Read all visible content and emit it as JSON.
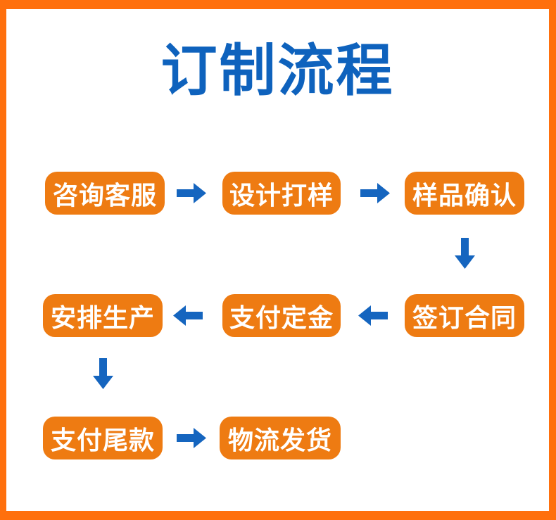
{
  "page": {
    "title": "订制流程",
    "colors": {
      "background": "#FFFFFF",
      "border": "#FF700D",
      "box": "#EE7B12",
      "box-text": "#FFFFFF",
      "title": "#0E62BD",
      "arrow": "#1565BF"
    }
  },
  "flow": {
    "steps": [
      {
        "id": "consult-service",
        "label": "咨询客服"
      },
      {
        "id": "design-sample",
        "label": "设计打样"
      },
      {
        "id": "sample-confirm",
        "label": "样品确认"
      },
      {
        "id": "sign-contract",
        "label": "签订合同"
      },
      {
        "id": "pay-deposit",
        "label": "支付定金"
      },
      {
        "id": "arrange-production",
        "label": "安排生产"
      },
      {
        "id": "pay-balance",
        "label": "支付尾款"
      },
      {
        "id": "logistics-ship",
        "label": "物流发货"
      }
    ]
  }
}
